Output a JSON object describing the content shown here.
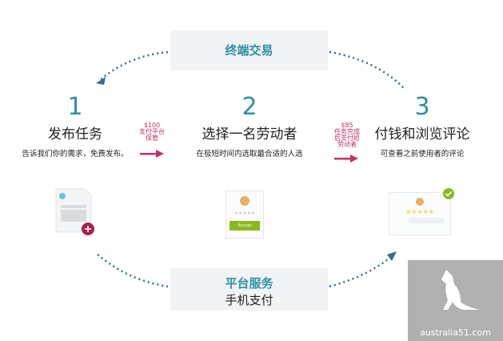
{
  "top_box": {
    "label": "终端交易"
  },
  "bottom_box": {
    "label": "平台服务",
    "sub": "手机支付"
  },
  "steps": [
    {
      "number": "1",
      "title": "发布任务",
      "desc": "告诉我们你的需求，免费发布。"
    },
    {
      "number": "2",
      "title": "选择一名劳动者",
      "desc": "在极短时间内选取最合适的人选",
      "button": "Accept"
    },
    {
      "number": "3",
      "title": "付钱和浏览评论",
      "desc": "可查看之前使用者的评论"
    }
  ],
  "notes": [
    {
      "amount": "$100",
      "text1": "支付平台",
      "text2": "保管"
    },
    {
      "amount": "$85",
      "text1": "任务完成",
      "text2": "后支付给",
      "text3": "劳动者"
    }
  ],
  "watermark": "australia51.com",
  "colors": {
    "teal": "#2d8fa8",
    "accent": "#c2306a",
    "green": "#8cb81f"
  }
}
